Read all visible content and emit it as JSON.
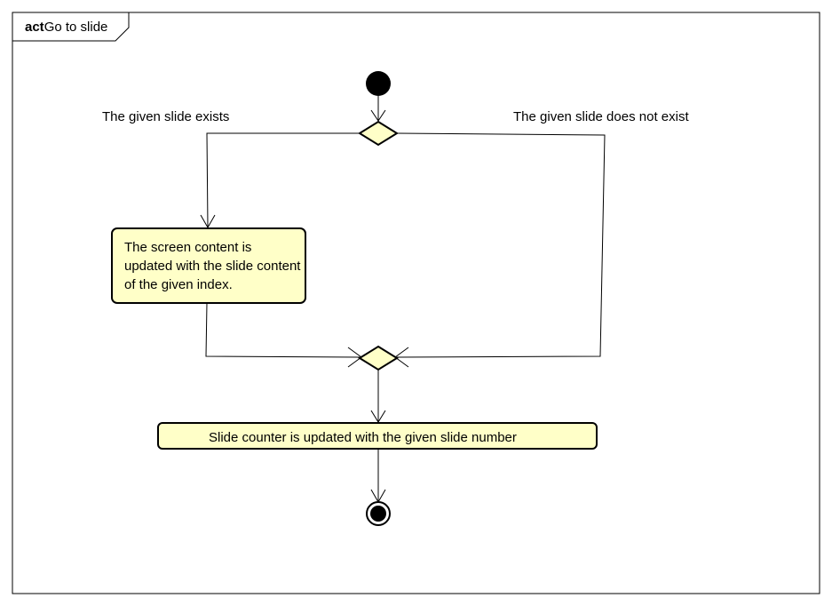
{
  "frame": {
    "keyword": "act",
    "name": "Go to slide"
  },
  "guards": {
    "exists": "The given slide exists",
    "not_exists": "The given slide does not exist"
  },
  "actions": {
    "update_content": "The screen content is updated with the slide content of the given index.",
    "update_counter": "Slide counter is updated with the given slide number"
  },
  "colors": {
    "node_fill": "#ffffc8",
    "stroke": "#000000"
  }
}
